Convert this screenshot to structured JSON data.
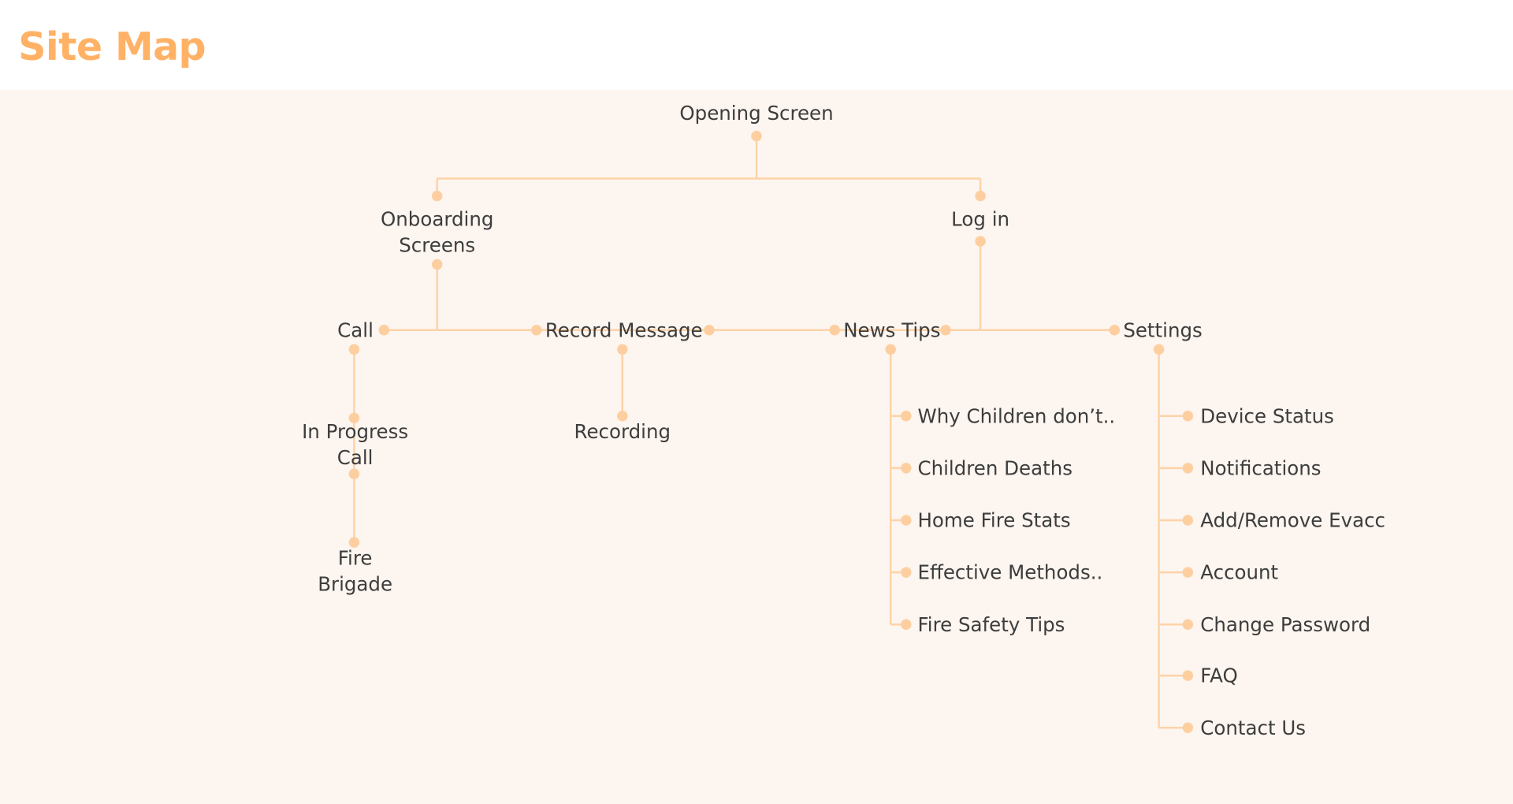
{
  "title": "Site Map",
  "colors": {
    "title": "#ffb266",
    "background": "#fdf5ef",
    "connector": "#fdd3a8",
    "node_dot": "#fdcfa0",
    "text": "#3d3d3d"
  },
  "nodes": {
    "opening": "Opening Screen",
    "onboarding": [
      "Onboarding",
      "Screens"
    ],
    "login": "Log in",
    "call": "Call",
    "record": "Record Message",
    "news": "News Tips",
    "settings": "Settings",
    "in_progress": [
      "In Progress",
      "Call"
    ],
    "fire_brigade": [
      "Fire",
      "Brigade"
    ],
    "recording": "Recording"
  },
  "news_items": [
    "Why Children don’t..",
    "Children Deaths",
    "Home Fire Stats",
    "Effective Methods..",
    "Fire Safety Tips"
  ],
  "settings_items": [
    "Device Status",
    "Notifications",
    "Add/Remove Evacc",
    "Account",
    "Change Password",
    "FAQ",
    "Contact Us"
  ]
}
